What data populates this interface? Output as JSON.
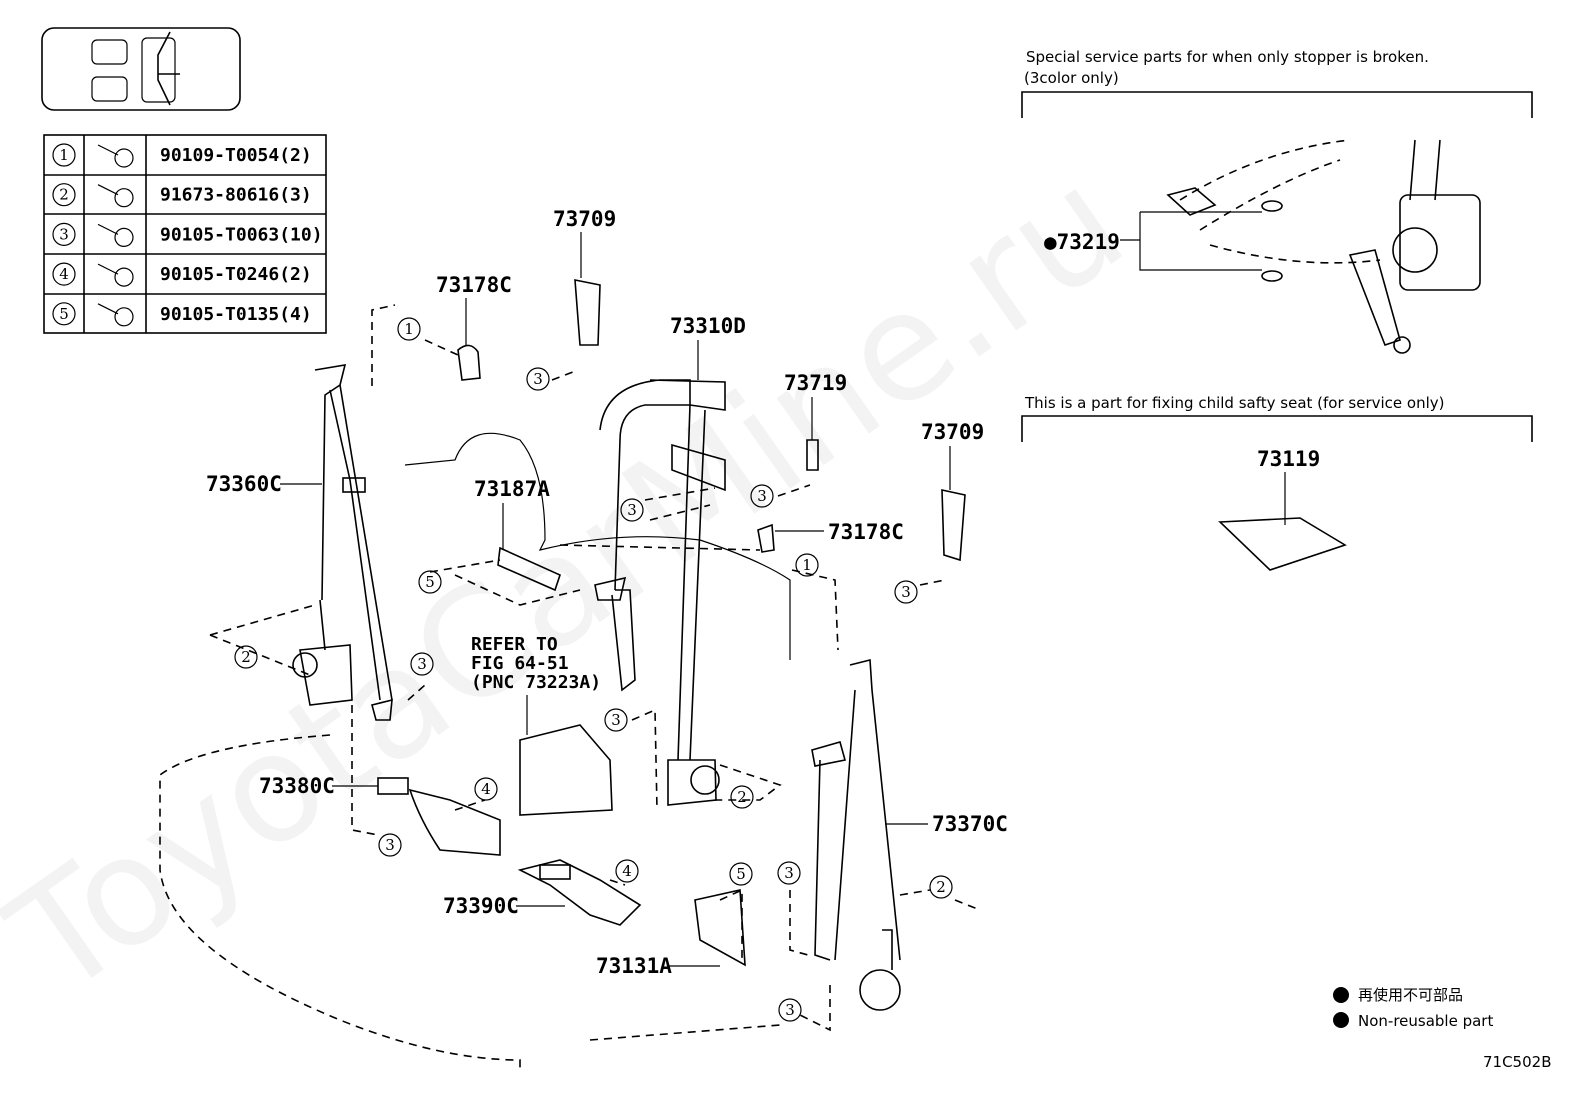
{
  "watermark": "ToyotaCarMine.ru",
  "fastener_table": [
    {
      "ref": "1",
      "part": "90109-T0054(2)"
    },
    {
      "ref": "2",
      "part": "91673-80616(3)"
    },
    {
      "ref": "3",
      "part": "90105-T0063(10)"
    },
    {
      "ref": "4",
      "part": "90105-T0246(2)"
    },
    {
      "ref": "5",
      "part": "90105-T0135(4)"
    }
  ],
  "labels": {
    "p73709a": "73709",
    "p73178c_a": "73178C",
    "p73310d": "73310D",
    "p73719": "73719",
    "p73709b": "73709",
    "p73360c": "73360C",
    "p73187a": "73187A",
    "p73178c_b": "73178C",
    "p73380c": "73380C",
    "p73370c": "73370C",
    "p73390c": "73390C",
    "p73131a": "73131A",
    "p73219": "●73219",
    "p73119": "73119"
  },
  "refer": [
    "REFER TO",
    "FIG 64-51",
    "(PNC 73223A)"
  ],
  "callouts": [
    "1",
    "3",
    "3",
    "3",
    "5",
    "1",
    "3",
    "2",
    "3",
    "3",
    "2",
    "4",
    "3",
    "4",
    "5",
    "3",
    "2",
    "3"
  ],
  "notes": {
    "stopper_line1": "Special service parts for when only stopper is broken.",
    "stopper_line2": "(3color only)",
    "child_seat": "This is a part for fixing child safty seat (for service only)"
  },
  "legend": {
    "jp": "再使用不可部品",
    "en": "Non-reusable part"
  },
  "figure_code": "71C502B"
}
